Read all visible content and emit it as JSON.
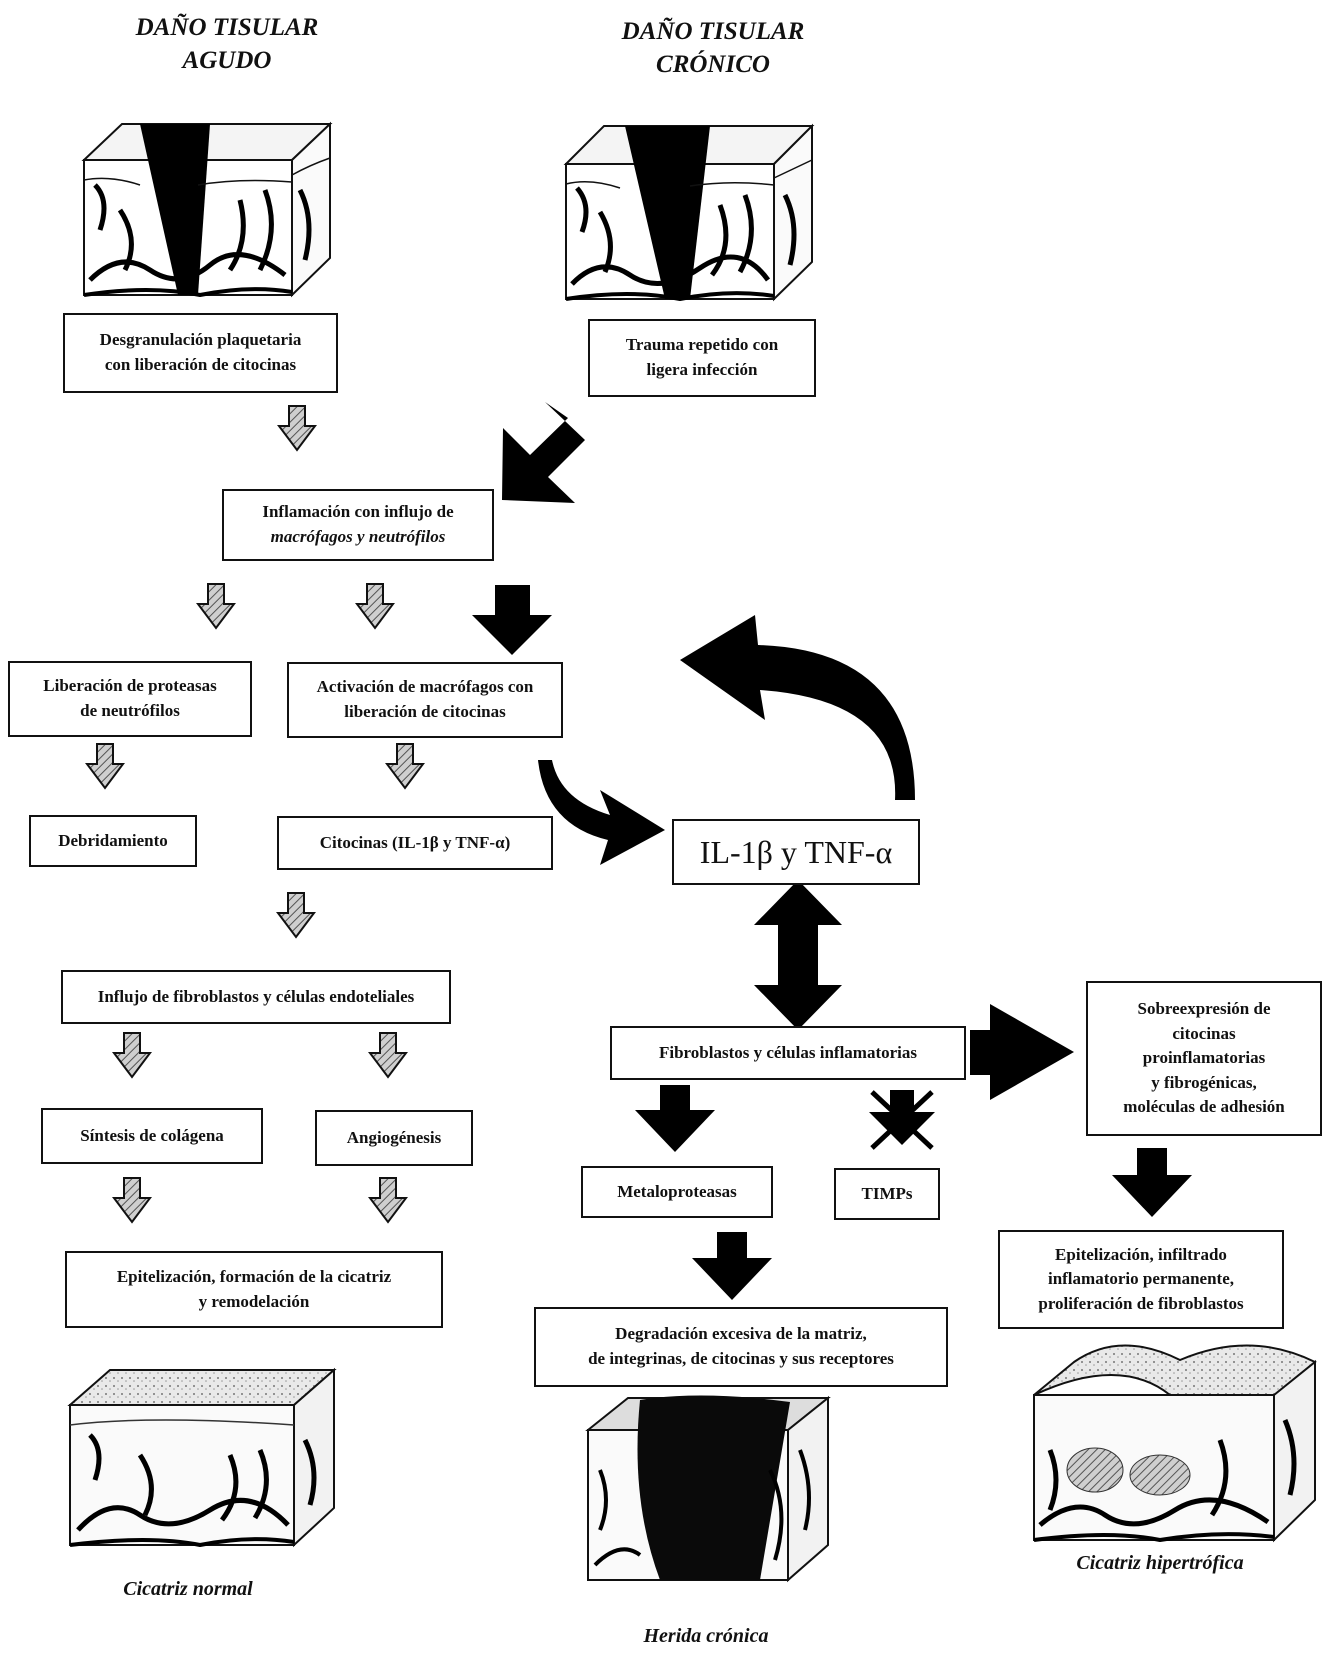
{
  "titles": {
    "acute": [
      "DAÑO TISULAR",
      "AGUDO"
    ],
    "chronic": [
      "DAÑO TISULAR",
      "CRÓNICO"
    ]
  },
  "boxes": {
    "degranulation": [
      "Desgranulación plaquetaria",
      "con liberación de citocinas"
    ],
    "trauma": [
      "Trauma repetido con",
      "ligera infección"
    ],
    "inflammation": [
      "Inflamación con influjo de",
      "macrófagos y  neutrófilos"
    ],
    "proteases": [
      "Liberación de proteasas",
      "de neutrófilos"
    ],
    "macrophage_activation": [
      "Activación de macrófagos con",
      "liberación de citocinas"
    ],
    "debridement": "Debridamiento",
    "cytokines": "Citocinas (IL-1β y TNF-α)",
    "il1_tnf": "IL-1β y TNF-α",
    "fibroblast_influx": "Influjo de fibroblastos y células endoteliales",
    "fibro_inflam": "Fibroblastos y células inflamatorias",
    "overexpression": [
      "Sobreexpresión de",
      "citocinas",
      "proinflamatorias",
      "y fibrogénicas,",
      "moléculas de adhesión"
    ],
    "collagen": "Síntesis de colágena",
    "angiogenesis": "Angiogénesis",
    "metalloproteases": "Metaloproteasas",
    "timps": "TIMPs",
    "epithelialization_normal": [
      "Epitelización, formación de la cicatriz",
      "y remodelación"
    ],
    "degradation": [
      "Degradación excesiva de la matriz,",
      "de integrinas, de citocinas y sus receptores"
    ],
    "epithelialization_hyper": [
      "Epitelización, infiltrado",
      "inflamatorio permanente,",
      "proliferación de fibroblastos"
    ]
  },
  "captions": {
    "normal_scar": "Cicatriz normal",
    "chronic_wound": "Herida crónica",
    "hypertrophic_scar": "Cicatriz hipertrófica"
  }
}
